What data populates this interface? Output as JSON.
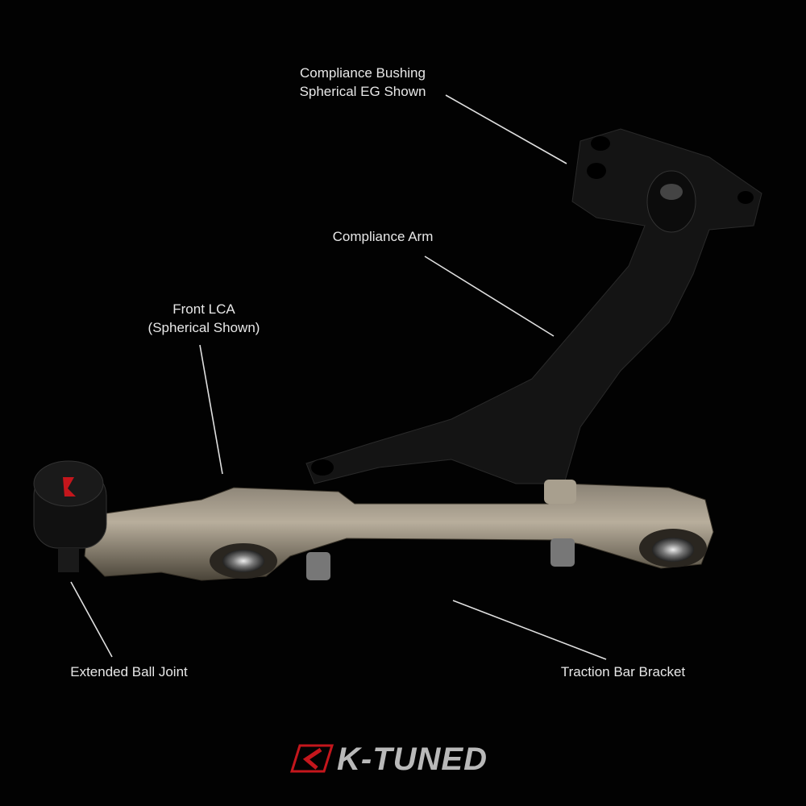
{
  "callouts": {
    "compliance_bushing": [
      "Compliance Bushing",
      "Spherical EG Shown"
    ],
    "compliance_arm": "Compliance Arm",
    "front_lca": [
      "Front LCA",
      "(Spherical Shown)"
    ],
    "ball_joint": "Extended Ball Joint",
    "traction_bar": "Traction Bar Bracket"
  },
  "brand": {
    "name": "K-TUNED",
    "text": "K-TUNED",
    "accent": "#c4161c",
    "gray": "#b9b9b9"
  }
}
